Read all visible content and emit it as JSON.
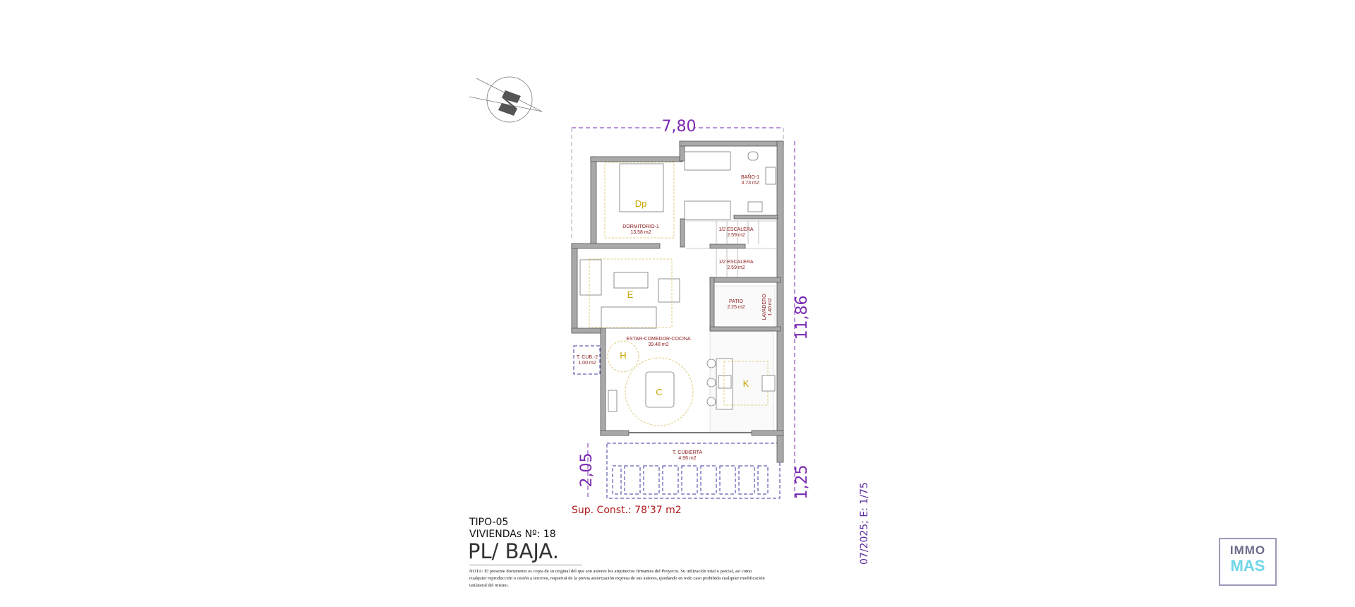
{
  "plan": {
    "dimensions": {
      "width": "7,80",
      "depth": "11,86",
      "terrace_left": "2,05",
      "terrace_right": "1,25"
    },
    "rooms": [
      {
        "name": "DORMITORIO-1",
        "area": "13.58 m2"
      },
      {
        "name": "BAÑO-1",
        "area": "3.73 m2"
      },
      {
        "name": "1/2 ESCALERA",
        "area": "2.59 m2"
      },
      {
        "name": "1/2 ESCALERA",
        "area": "2.59 m2"
      },
      {
        "name": "PATIO",
        "area": "2.25 m2"
      },
      {
        "name": "LAVADERO",
        "area": "1.40 m2"
      },
      {
        "name": "ESTAR-COMEDOR-COCINA",
        "area": "39.48 m2"
      },
      {
        "name": "T. CUB.-2",
        "area": "1.00 m2"
      },
      {
        "name": "T. CUBIERTA",
        "area": "4.96 m2"
      }
    ],
    "zones": {
      "bedroom": "Dp",
      "living": "E",
      "hall": "H",
      "dining": "C",
      "kitchen": "K"
    },
    "compass": "north-arrow-icon"
  },
  "titleblock": {
    "sup_const": "Sup. Const.: 78'37 m2",
    "tipo": "TIPO-05",
    "viviendas": "VIVIENDAs Nº: 18",
    "planta": "PL/ BAJA.",
    "nota": "NOTA: El presente documento es copia de su original del que son autores los arquitectos firmantes del Proyecto. Su utilización total o parcial, así como cualquier reproducción o cesión a terceros, requerirá de la previa autorización expresa de sus autores, quedando en todo caso prohibida cualquier modificación unilateral del mismo.",
    "date_scale": "07/2025; E: 1/75"
  },
  "logo": {
    "line1": "IMMO",
    "line2": "MAS"
  },
  "colors": {
    "dimension": "#7a2ab0",
    "room_label": "#8b1a1a",
    "zone_label": "#c9a400",
    "logo_accent": "#6fd6e8"
  }
}
